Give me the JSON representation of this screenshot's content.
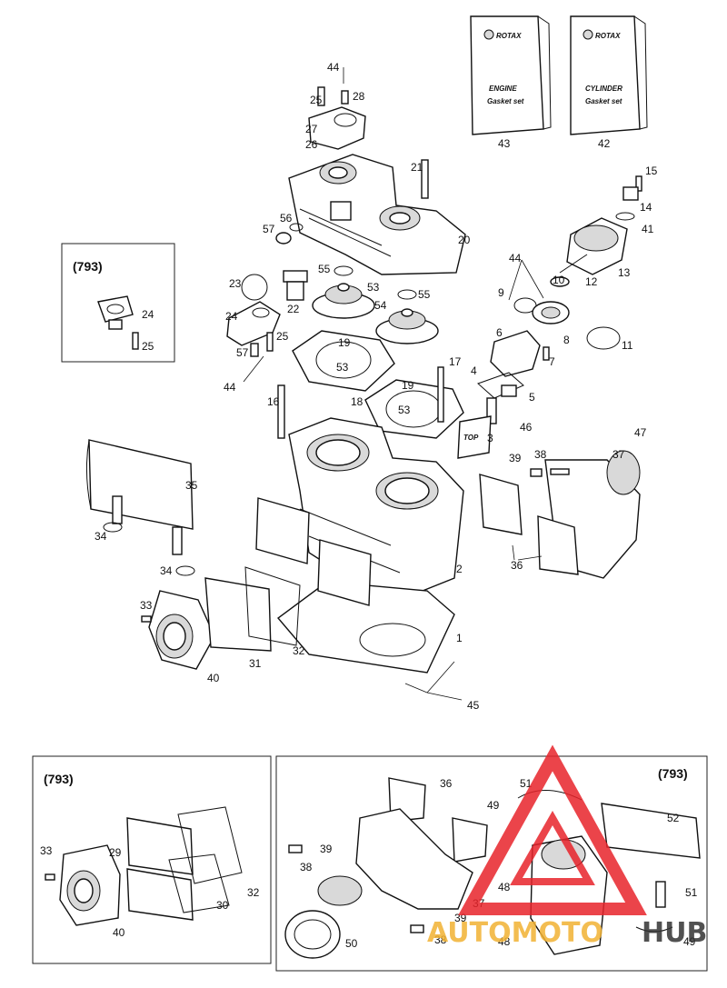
{
  "books": [
    {
      "brand": "ROTAX",
      "line1": "ENGINE",
      "line2": "Gasket set",
      "number": "43"
    },
    {
      "brand": "ROTAX",
      "line1": "CYLINDER",
      "line2": "Gasket set",
      "number": "42"
    }
  ],
  "insets": {
    "left_box": {
      "title": "(793)",
      "labels": [
        "24",
        "25"
      ]
    },
    "bottom_left": {
      "title": "(793)",
      "labels": [
        "33",
        "29",
        "32",
        "30",
        "40"
      ]
    },
    "bottom_right": {
      "title": "(793)",
      "labels": [
        "51",
        "49",
        "36",
        "52",
        "39",
        "38",
        "37",
        "48",
        "51",
        "39",
        "38",
        "50",
        "48",
        "49"
      ]
    }
  },
  "labels": {
    "l44a": "44",
    "l25a": "25",
    "l28": "28",
    "l27": "27",
    "l26": "26",
    "l21": "21",
    "l15": "15",
    "l14": "14",
    "l56": "56",
    "l57a": "57",
    "l20": "20",
    "l41": "41",
    "l23": "23",
    "l55a": "55",
    "l53a": "53",
    "l55b": "55",
    "l13": "13",
    "l44b": "44",
    "l10": "10",
    "l12": "12",
    "l9": "9",
    "l22": "22",
    "l54": "54",
    "l24": "24",
    "l25b": "25",
    "l57b": "57",
    "l8": "8",
    "l11": "11",
    "l6": "6",
    "l19a": "19",
    "l53b": "53",
    "l7": "7",
    "l44c": "44",
    "l17": "17",
    "l4": "4",
    "l19b": "19",
    "l5": "5",
    "l16": "16",
    "l18": "18",
    "l53c": "53",
    "l46": "46",
    "l3": "3",
    "l47": "47",
    "l39": "39",
    "l38": "38",
    "l37": "37",
    "l35": "35",
    "l34a": "34",
    "l36": "36",
    "l34b": "34",
    "l2": "2",
    "l33": "33",
    "l32": "32",
    "l31": "31",
    "l40": "40",
    "l1": "1",
    "l45": "45"
  },
  "watermark": {
    "part1": "AUTOMOTO",
    "part2": "HUB",
    "accent": "#e8242b",
    "secondary": "#f2b233",
    "dark": "#333333"
  }
}
